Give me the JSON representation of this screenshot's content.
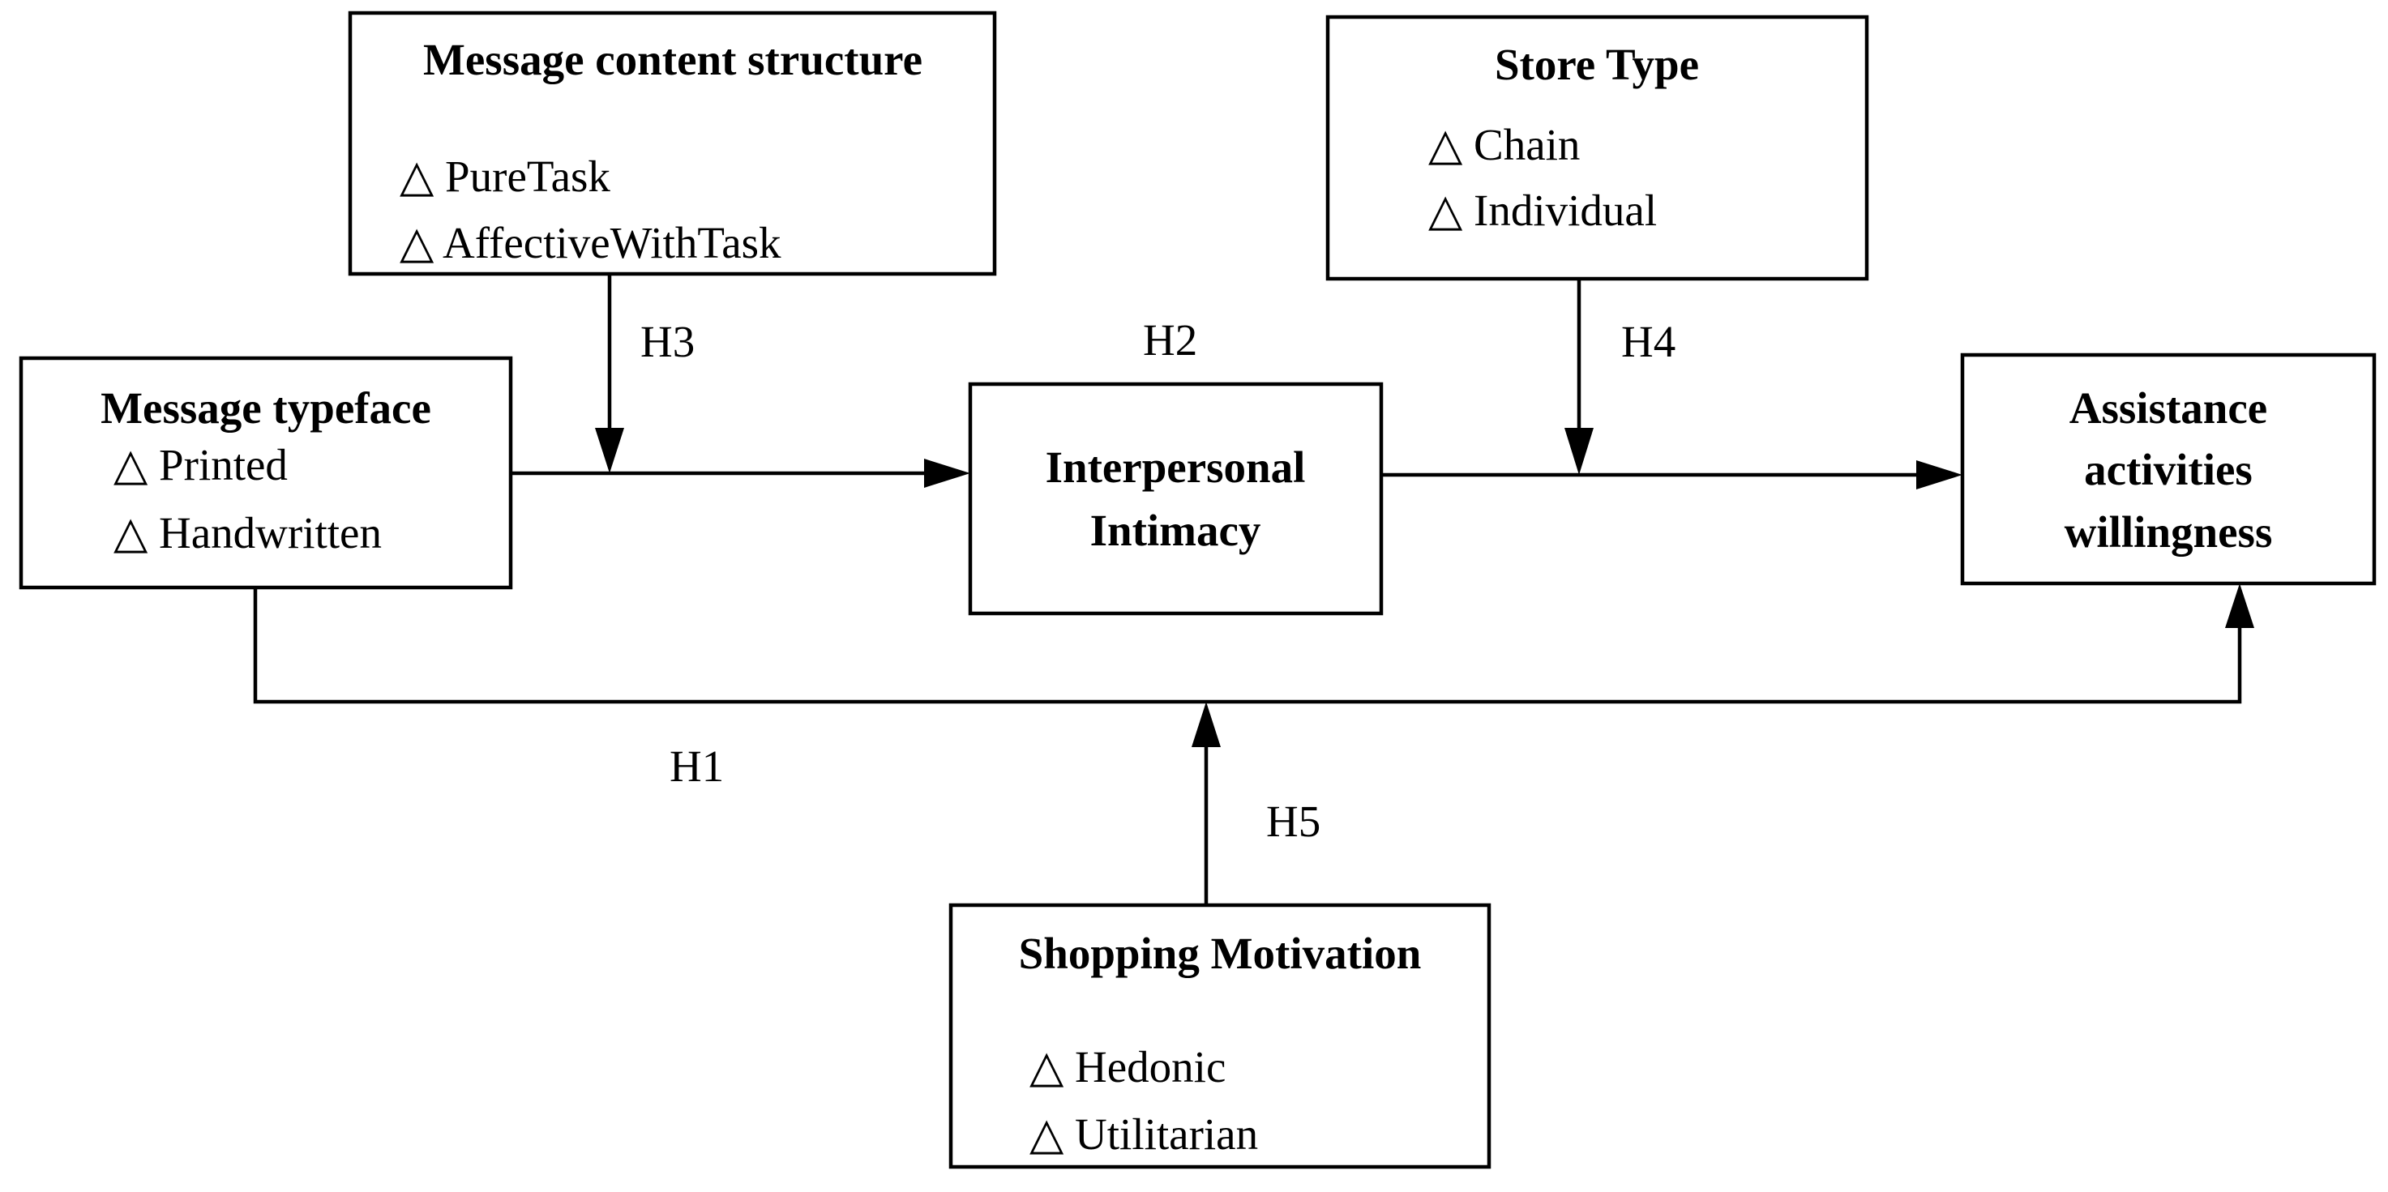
{
  "boxes": {
    "message_content_structure": {
      "title": "Message content structure",
      "items": [
        "△ PureTask",
        "△ AffectiveWithTask"
      ]
    },
    "store_type": {
      "title": "Store Type",
      "items": [
        "△ Chain",
        "△ Individual"
      ]
    },
    "message_typeface": {
      "title": "Message typeface",
      "items": [
        "△ Printed",
        "△ Handwritten"
      ]
    },
    "interpersonal_intimacy": {
      "title_lines": [
        "Interpersonal",
        "Intimacy"
      ]
    },
    "assistance_willingness": {
      "title_lines": [
        "Assistance",
        "activities",
        "willingness"
      ]
    },
    "shopping_motivation": {
      "title": "Shopping Motivation",
      "items": [
        "△ Hedonic",
        "△ Utilitarian"
      ]
    }
  },
  "hypotheses": {
    "h1": "H1",
    "h2": "H2",
    "h3": "H3",
    "h4": "H4",
    "h5": "H5"
  },
  "colors": {
    "line": "#000000",
    "background": "#ffffff",
    "text": "#000000"
  }
}
